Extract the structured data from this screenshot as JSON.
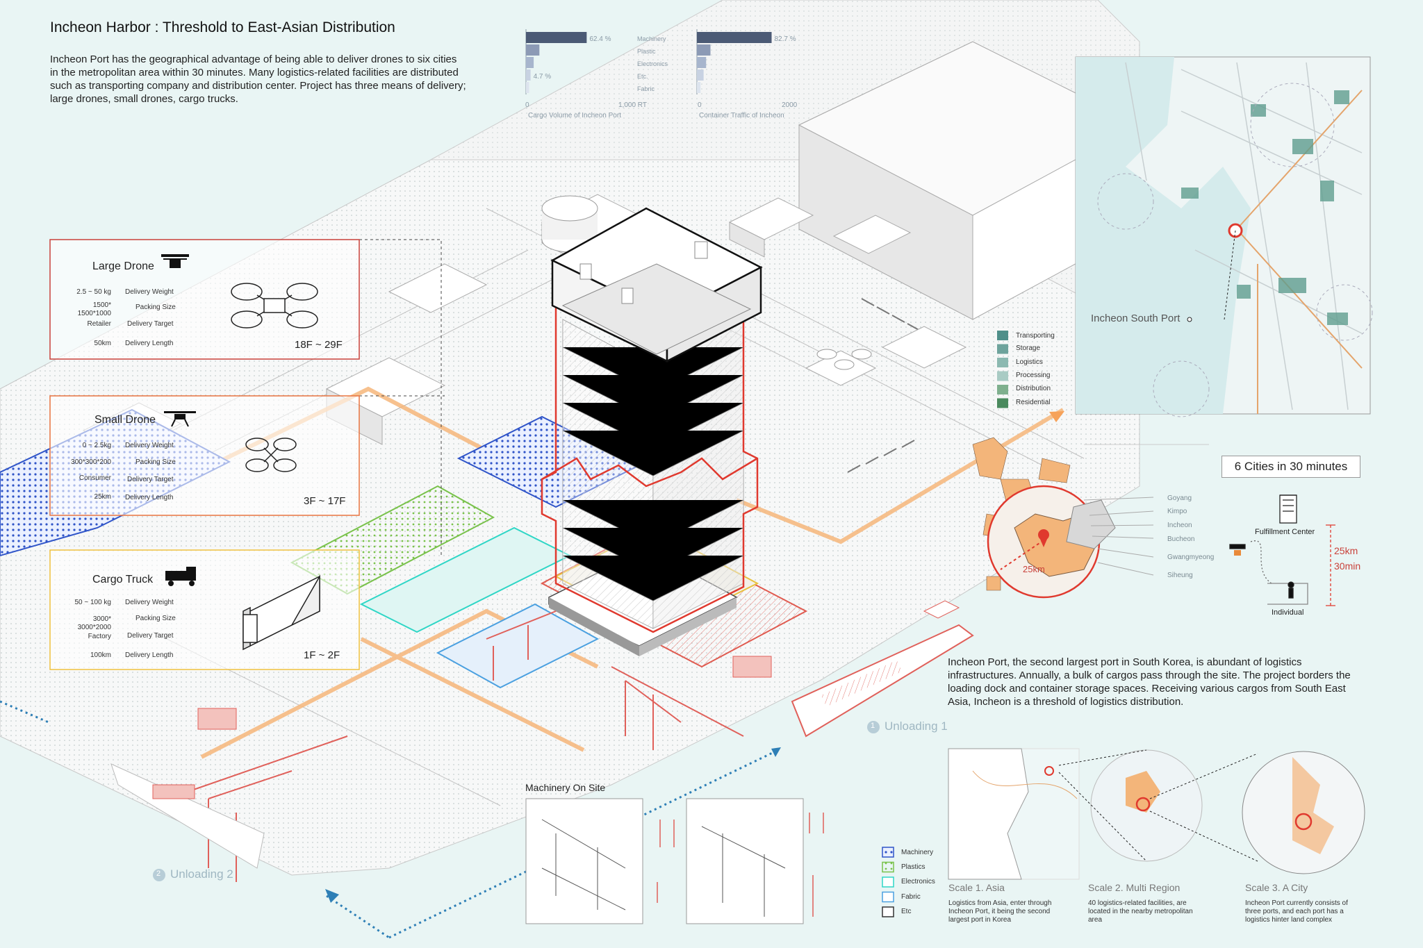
{
  "title": "Incheon Harbor : Threshold to East-Asian Distribution",
  "intro": "Incheon Port has the geographical advantage of being able to deliver drones to six cities in the metropolitan area within 30 minutes. Many logistics-related facilities are distributed such as transporting company and distribution center. Project has three means of delivery; large drones, small drones, cargo trucks.",
  "description": "Incheon Port, the second largest port in South Korea, is abundant of logistics infrastructures. Annually, a bulk of cargos pass through the site. The project borders the loading dock and container storage spaces. Receiving various cargos from South East Asia, Incheon is a threshold of logistics distribution.",
  "spec_labels": {
    "weight": "Delivery Weight",
    "size": "Packing Size",
    "target": "Delivery Target",
    "length": "Delivery Length"
  },
  "delivery_modes": [
    {
      "name": "Large Drone",
      "weight": "2.5 ~ 50 kg",
      "size": "1500*\n1500*1000",
      "target": "Retailer",
      "length": "50km",
      "floors": "18F ~ 29F",
      "color": "#c9413a"
    },
    {
      "name": "Small Drone",
      "weight": "0 ~ 2.5kg",
      "size": "300*300*200",
      "target": "Consumer",
      "length": "25km",
      "floors": "3F ~ 17F",
      "color": "#e8733f"
    },
    {
      "name": "Cargo Truck",
      "weight": "50 ~ 100 kg",
      "size": "3000*\n3000*2000",
      "target": "Factory",
      "length": "100km",
      "floors": "1F ~ 2F",
      "color": "#f0c13e"
    }
  ],
  "charts": {
    "left": {
      "caption": "Cargo Volume of Incheon Port",
      "max_label": "1,000 RT",
      "zero": "0",
      "series": [
        "Machinery",
        "Plastic",
        "Electronics",
        "Etc.",
        "Fabric"
      ],
      "values": [
        62.4,
        13.8,
        7.9,
        4.7,
        3.2
      ],
      "labels": [
        "62.4 %",
        "",
        "",
        "4.7 %",
        ""
      ]
    },
    "right": {
      "caption": "Container Traffic of Incheon",
      "max_label": "2000",
      "zero": "0",
      "series": [
        "",
        "",
        "",
        "",
        ""
      ],
      "values": [
        82.7,
        15.0,
        10.2,
        7.4,
        4.0
      ],
      "labels": [
        "82.7 %",
        "",
        "",
        "",
        ""
      ]
    }
  },
  "facility_legend": [
    {
      "label": "Transporting",
      "color": "#4f8f8a"
    },
    {
      "label": "Storage",
      "color": "#6ea39c"
    },
    {
      "label": "Logistics",
      "color": "#8cb9b1"
    },
    {
      "label": "Processing",
      "color": "#a9cbc4"
    },
    {
      "label": "Distribution",
      "color": "#7fb08e"
    },
    {
      "label": "Residential",
      "color": "#4a8a5e"
    }
  ],
  "map_label": "Incheon South Port",
  "cities_box": "6 Cities in 30 minutes",
  "radius_label": "25km",
  "cities": [
    "Goyang",
    "Kimpo",
    "Incheon",
    "Bucheon",
    "Gwangmyeong",
    "Siheung"
  ],
  "fulfillment": {
    "center": "Fulfillment Center",
    "individual": "Individual",
    "distance": "25km",
    "time": "30min"
  },
  "unloading": [
    "Unloading 1",
    "Unloading 2"
  ],
  "unloading_numbers": [
    "1",
    "2"
  ],
  "machinery_title": "Machinery On Site",
  "cargo_legend": [
    {
      "label": "Machinery",
      "color": "#2f54c8"
    },
    {
      "label": "Plastics",
      "color": "#79c24b"
    },
    {
      "label": "Electronics",
      "color": "#2fd6c6"
    },
    {
      "label": "Fabric",
      "color": "#4aa0e0"
    },
    {
      "label": "Etc",
      "color": "#333333"
    }
  ],
  "scales": [
    {
      "title": "Scale 1. Asia",
      "text": "Logistics from Asia, enter through Incheon Port, it being the second largest port in Korea"
    },
    {
      "title": "Scale 2. Multi Region",
      "text": "40 logistics-related facilities, are located in the nearby metropolitan area"
    },
    {
      "title": "Scale 3. A City",
      "text": "Incheon Port currently consists of three ports, and each port has a logistics hinter land complex"
    }
  ]
}
